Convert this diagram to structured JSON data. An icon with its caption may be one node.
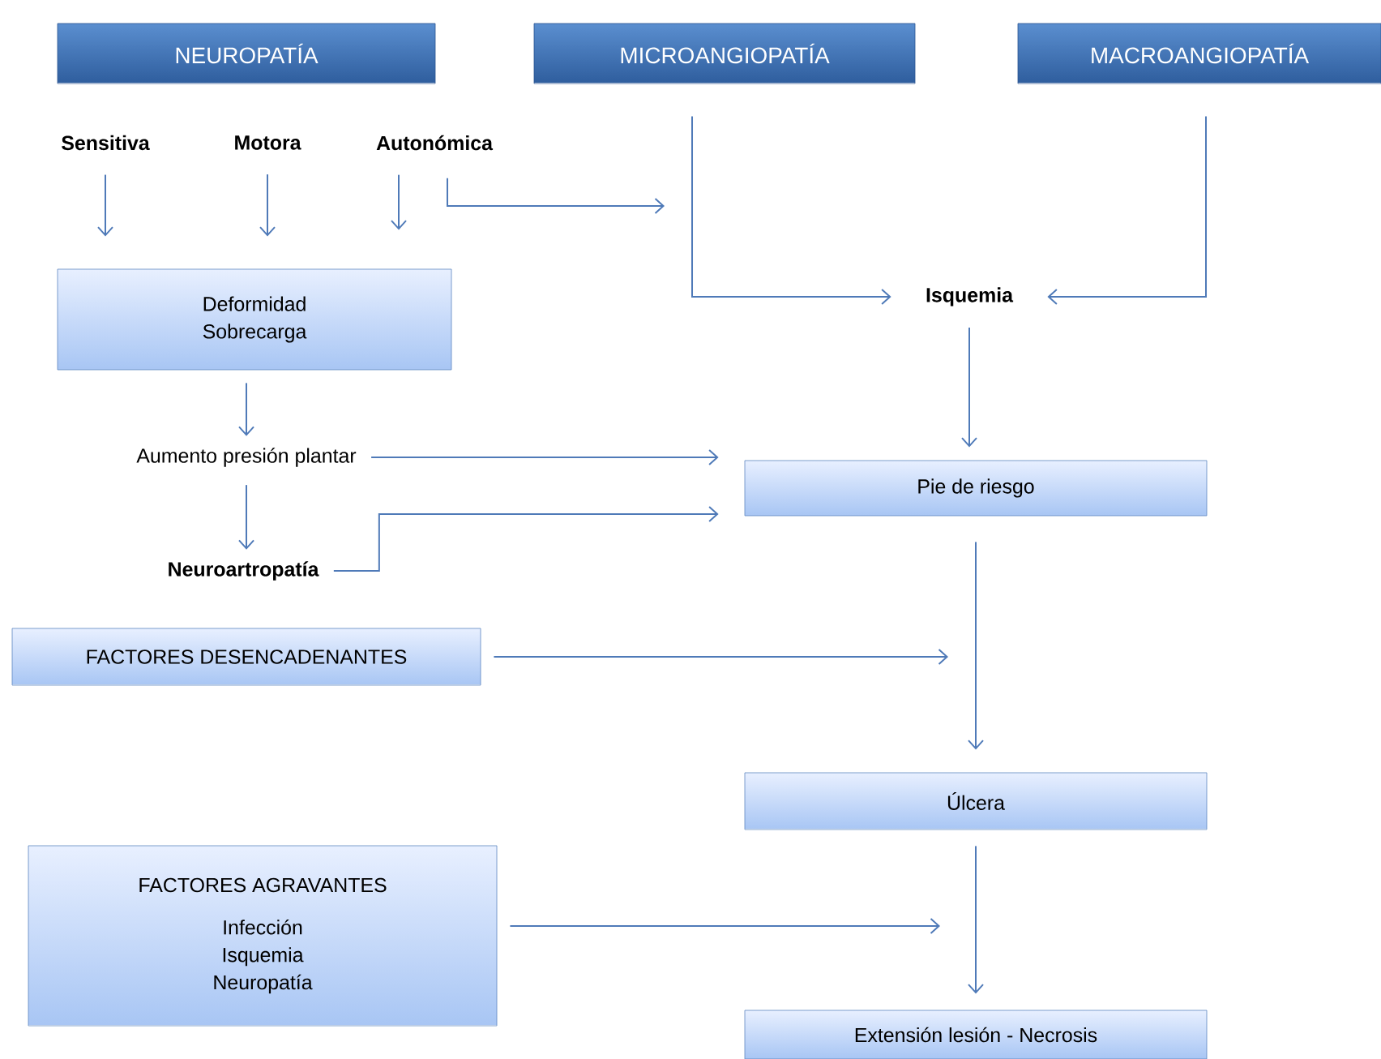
{
  "diagram": {
    "nodes": [
      {
        "text": [
          "NEUROPATÍA"
        ]
      },
      {
        "text": [
          "MICROANGIOPATÍA"
        ]
      },
      {
        "text": [
          "MACROANGIOPATÍA"
        ]
      },
      {
        "text": [
          "Sensitiva"
        ]
      },
      {
        "text": [
          "Motora"
        ]
      },
      {
        "text": [
          "Autonómica"
        ]
      },
      {
        "text": [
          "Deformidad Sobrecarga"
        ]
      },
      {
        "text": [
          "Aumento presión plantar"
        ]
      },
      {
        "text": [
          "Neuroartropatía"
        ]
      },
      {
        "text": [
          "Isquemia"
        ]
      },
      {
        "text": [
          "Pie de riesgo"
        ]
      },
      {
        "text": [
          "FACTORES DESENCADENANTES"
        ]
      },
      {
        "text": [
          "Úlcera"
        ]
      },
      {
        "text": [
          "FACTORES AGRAVANTES",
          "Infección Isquemia Neuropatía"
        ]
      },
      {
        "text": [
          "Extensión lesión - Necrosis"
        ]
      }
    ],
    "edges": [
      {
        "from": 3,
        "to": 6,
        "arrow": "to"
      },
      {
        "from": 4,
        "to": 6,
        "arrow": "to"
      },
      {
        "from": 5,
        "to": 6,
        "arrow": "to"
      },
      {
        "from": 5,
        "to": null,
        "arrow": "to"
      },
      {
        "from": 1,
        "to": 9,
        "arrow": "to"
      },
      {
        "from": 2,
        "to": 9,
        "arrow": "to"
      },
      {
        "from": 6,
        "to": 7,
        "arrow": "to"
      },
      {
        "from": 7,
        "to": 8,
        "arrow": "to"
      },
      {
        "from": 7,
        "to": 10,
        "arrow": "to"
      },
      {
        "from": 8,
        "to": 10,
        "arrow": "to"
      },
      {
        "from": 9,
        "to": 10,
        "arrow": "to"
      },
      {
        "from": 10,
        "to": 12,
        "arrow": "to"
      },
      {
        "from": 11,
        "to": null,
        "arrow": "to"
      },
      {
        "from": 12,
        "to": 14,
        "arrow": "to"
      },
      {
        "from": 13,
        "to": null,
        "arrow": "to"
      }
    ]
  }
}
